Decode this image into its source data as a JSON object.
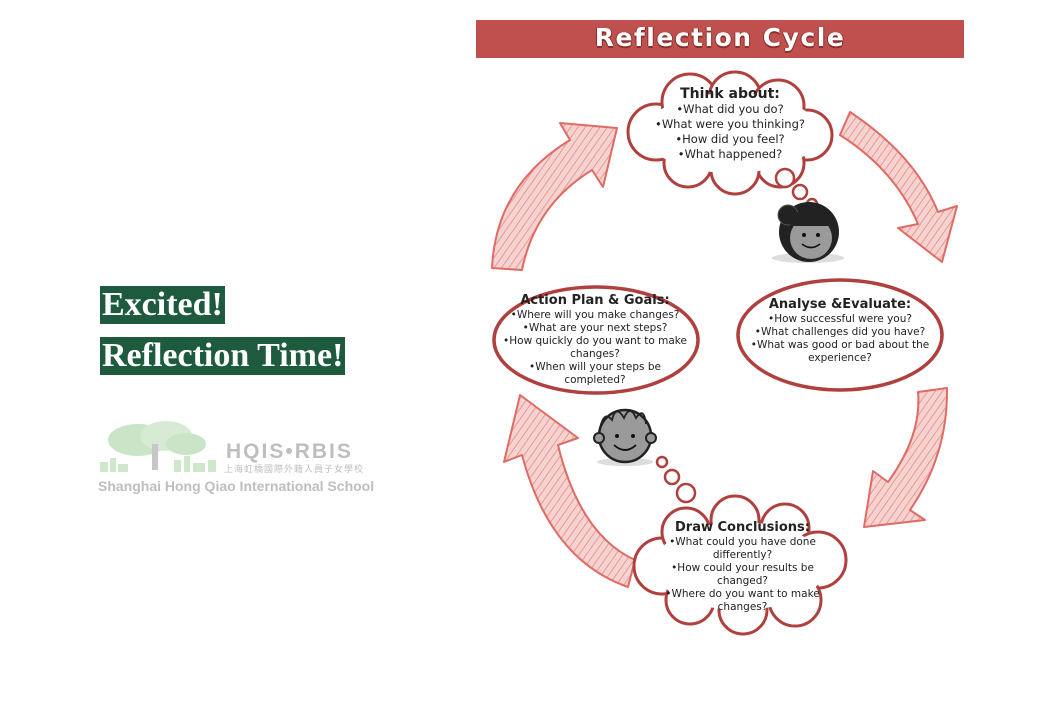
{
  "headlines": [
    "Excited!",
    "Reflection Time!"
  ],
  "logo": {
    "name": "HQIS•RBIS",
    "chinese": "上海虹橋國際外籍人員子女學校",
    "english": "Shanghai Hong Qiao International School"
  },
  "diagram": {
    "title": "Reflection Cycle",
    "stages": [
      {
        "id": "think",
        "title": "Think about:",
        "items": [
          "What did you do?",
          "What were you thinking?",
          "How did you feel?",
          "What happened?"
        ]
      },
      {
        "id": "analyse",
        "title": "Analyse &Evaluate:",
        "items": [
          "How successful were you?",
          "What challenges did you have?",
          "What was good or bad about the experience?"
        ]
      },
      {
        "id": "draw",
        "title": "Draw Conclusions:",
        "items": [
          "What could you have done differently?",
          "How could your results be changed?",
          "Where do you want to make changes?"
        ]
      },
      {
        "id": "action",
        "title": "Action Plan & Goals:",
        "items": [
          "Where will you make changes?",
          "What are your next steps?",
          "How quickly do you want to make changes?",
          "When will your steps be completed?"
        ]
      }
    ],
    "colors": {
      "banner": "#c0504d",
      "outline": "#b0403d",
      "arrow_fill": "#f2c5c2",
      "arrow_edge": "#e06b65"
    }
  }
}
